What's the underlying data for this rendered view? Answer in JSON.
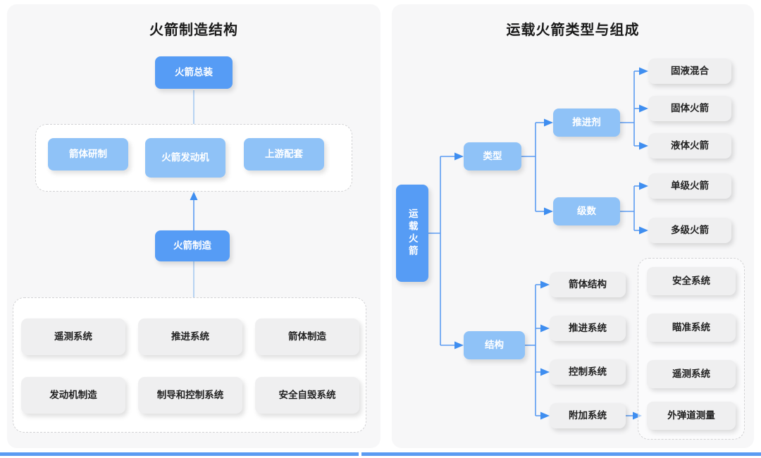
{
  "document": {
    "type": "diagram",
    "accent_color": "#5b9bf2",
    "node_blue_dark": "#569cf5",
    "node_blue_light": "#8fc2f7",
    "node_grey": "#efeff0",
    "panel_background": "#f7f7f8"
  },
  "left_panel": {
    "title": "火箭制造结构",
    "top_node": "火箭总装",
    "mid_group": {
      "items": [
        "箭体研制",
        "火箭发动机",
        "上游配套"
      ]
    },
    "center_node": "火箭制造",
    "bottom_group": {
      "items": [
        "遥测系统",
        "推进系统",
        "箭体制造",
        "发动机制造",
        "制导和控制系统",
        "安全自毁系统"
      ]
    }
  },
  "right_panel": {
    "title": "运载火箭类型与组成",
    "root": "运载火箭",
    "branches": [
      {
        "label": "类型",
        "children": [
          {
            "label": "推进剂",
            "leaves": [
              "固液混合",
              "固体火箭",
              "液体火箭"
            ]
          },
          {
            "label": "级数",
            "leaves": [
              "单级火箭",
              "多级火箭"
            ]
          }
        ]
      },
      {
        "label": "结构",
        "children": [
          {
            "label": "箭体结构",
            "leaves": []
          },
          {
            "label": "推进系统",
            "leaves": []
          },
          {
            "label": "控制系统",
            "leaves": []
          },
          {
            "label": "附加系统",
            "leaves": []
          }
        ]
      }
    ],
    "additional_group": {
      "items": [
        "安全系统",
        "瞄准系统",
        "遥测系统",
        "外弹道测量"
      ]
    }
  }
}
